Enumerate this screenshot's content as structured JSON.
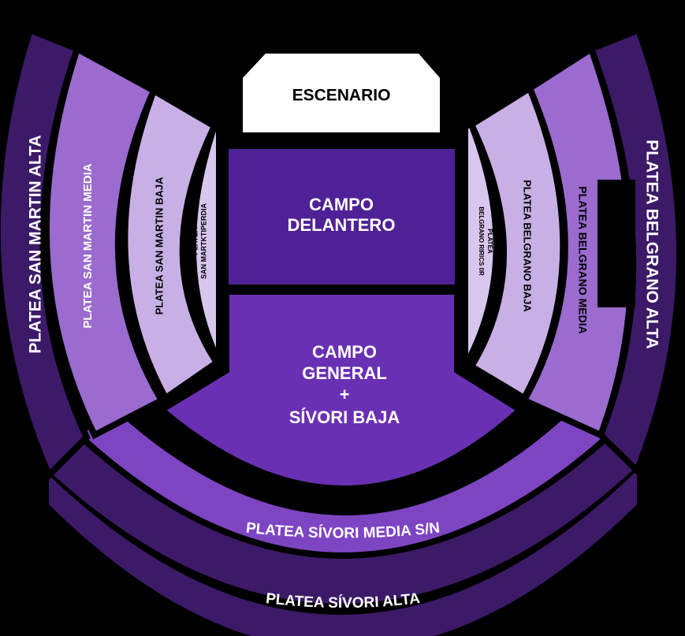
{
  "stage": {
    "label": "ESCENARIO"
  },
  "sections": {
    "campo_delantero": {
      "line1": "CAMPO",
      "line2": "DELANTERO"
    },
    "campo_general": {
      "line1": "CAMPO",
      "line2": "GENERAL",
      "line3": "+",
      "line4": "SÍVORI BAJA"
    },
    "san_martin_alta": {
      "label": "PLATEA SAN MARTIN ALTA"
    },
    "san_martin_media": {
      "label": "PLATEA SAN MARTIN MEDIA"
    },
    "san_martin_baja": {
      "label": "PLATEA SAN MARTIN BAJA"
    },
    "san_martin_preferencial": {
      "line1": "PLATEA",
      "line2": "SAN MARTKTIPERDIA"
    },
    "belgrano_alta": {
      "label": "PLATEA BELGRANO ALTA"
    },
    "belgrano_media": {
      "label": "PLATEA BELGRANO MEDIA"
    },
    "belgrano_baja": {
      "label": "PLATEA BELGRANO BAJA"
    },
    "belgrano_preferencial": {
      "line1": "PLATEA",
      "line2": "BELGRANO RIRICS 0R"
    },
    "sivori_media": {
      "label": "PLATEA SÍVORI MEDIA S/N"
    },
    "sivori_alta": {
      "label": "PLATEA SÍVORI ALTA"
    }
  },
  "colors": {
    "background": "#000000",
    "stage": "#ffffff",
    "campo_delantero": "#4f2196",
    "campo_general": "#6a30b3",
    "alta": "#3c1a68",
    "media": "#9b6bcf",
    "baja": "#c8b0e6",
    "preferencial": "#d7c6ee",
    "sivori_media": "#7e45c3",
    "sivori_alta": "#3c1a68"
  }
}
